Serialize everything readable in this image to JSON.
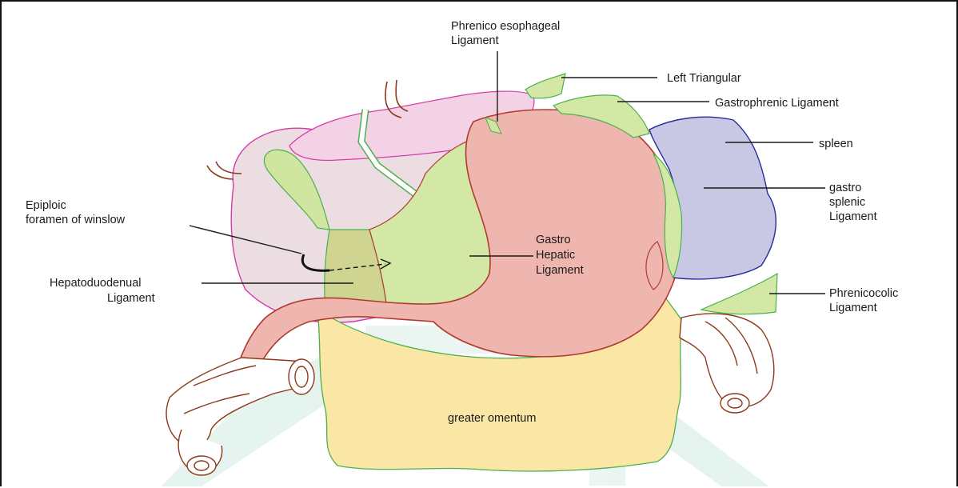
{
  "labels": {
    "phrenico_esophageal": [
      "Phrenico esophageal",
      "Ligament"
    ],
    "left_triangular": [
      "Left Triangular"
    ],
    "gastrophrenic": [
      "Gastrophrenic Ligament"
    ],
    "spleen": [
      "spleen"
    ],
    "gastro_splenic": [
      "gastro",
      "splenic",
      "Ligament"
    ],
    "epiploic": [
      "Epiploic",
      "foramen of winslow"
    ],
    "gastro_hepatic": [
      "Gastro",
      "Hepatic",
      "Ligament"
    ],
    "hepatoduodenal": [
      "Hepatoduodenual",
      "Ligament"
    ],
    "phrenicocolic": [
      "Phrenicocolic",
      "Ligament"
    ],
    "greater_omentum": [
      "greater omentum"
    ]
  },
  "colors": {
    "liver": "#ecdde3",
    "liver_outline": "#d63aa8",
    "liver_lobe_top": "#f4d2e6",
    "ligament_green": "#d4e8a6",
    "ligament_outline": "#4caf50",
    "stomach": "#eeb6ae",
    "stomach_outline": "#b03a2e",
    "spleen": "#c9c8e4",
    "spleen_outline": "#2a2a9c",
    "omentum": "#fbe7a5",
    "colon": "#ffffff",
    "colon_outline": "#8b3a1a",
    "duodenum": "#eaa9a2",
    "watermark": "#d8efe7"
  }
}
